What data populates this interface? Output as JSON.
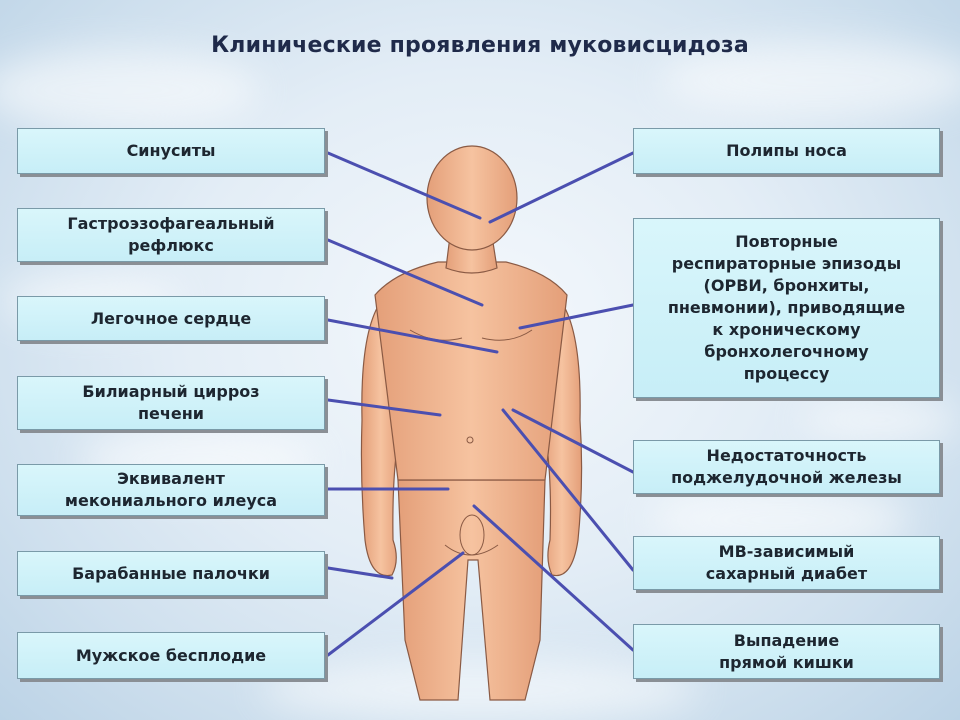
{
  "title": "Клинические проявления муковисцидоза",
  "left_labels": [
    "Синуситы",
    "Гастроэзофагеальный\nрефлюкс",
    "Легочное сердце",
    "Билиарный цирроз\nпечени",
    "Эквивалент\nмекониального илеуса",
    "Барабанные палочки",
    "Мужское бесплодие"
  ],
  "right_labels": [
    "Полипы носа",
    "Повторные\nреспираторные эпизоды\n(ОРВИ, бронхиты,\nпневмонии), приводящие\nк хроническому\nбронхолегочному\nпроцессу",
    "Недостаточность\nподжелудочной железы",
    "МВ-зависимый\nсахарный диабет",
    "Выпадение\nпрямой кишки"
  ],
  "colors": {
    "line": "#4b4fb0",
    "skin": "#f0b48f",
    "box_fill": "#cdf0f8",
    "title": "#1f2a4a"
  }
}
